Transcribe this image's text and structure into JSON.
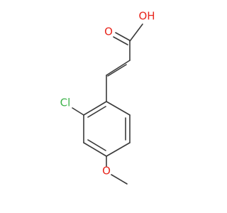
{
  "molecule": {
    "atoms": {
      "carbonyl_oxygen": "O",
      "hydroxyl": "OH",
      "chlorine": "Cl",
      "ether_oxygen": "O"
    },
    "colors": {
      "bond": "#3a3a3a",
      "oxygen": "#e8261d",
      "chlorine": "#3db34a",
      "background": "#ffffff"
    }
  }
}
